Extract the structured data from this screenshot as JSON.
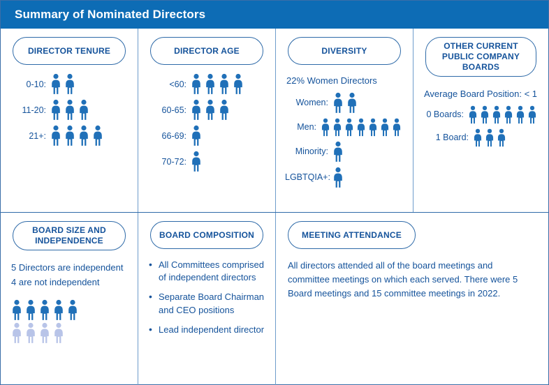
{
  "header": {
    "title": "Summary of Nominated Directors",
    "bar_color": "#0d6cb5"
  },
  "colors": {
    "icon_primary": "#2070b8",
    "icon_muted": "#b8c4e8",
    "text_blue": "#15539b",
    "border_blue": "#2e6aa8"
  },
  "panels": {
    "director_tenure": {
      "title": "DIRECTOR TENURE",
      "rows": [
        {
          "label": "0-10:",
          "count": 2
        },
        {
          "label": "11-20:",
          "count": 3
        },
        {
          "label": "21+:",
          "count": 4
        }
      ]
    },
    "director_age": {
      "title": "DIRECTOR AGE",
      "rows": [
        {
          "label": "<60:",
          "count": 4
        },
        {
          "label": "60-65:",
          "count": 3
        },
        {
          "label": "66-69:",
          "count": 1
        },
        {
          "label": "70-72:",
          "count": 1
        }
      ]
    },
    "diversity": {
      "title": "DIVERSITY",
      "note": "22% Women Directors",
      "rows": [
        {
          "label": "Women:",
          "count": 2
        },
        {
          "label": "Men:",
          "count": 7
        },
        {
          "label": "Minority:",
          "count": 1
        },
        {
          "label": "LGBTQIA+:",
          "count": 1
        }
      ]
    },
    "other_boards": {
      "title": "OTHER CURRENT PUBLIC COMPANY BOARDS",
      "note": "Average Board Position: < 1",
      "rows": [
        {
          "label": "0 Boards:",
          "count": 6
        },
        {
          "label": "1 Board:",
          "count": 3
        }
      ]
    },
    "board_size": {
      "title": "BOARD SIZE AND INDEPENDENCE",
      "line1": "5 Directors are independent",
      "line2": "4 are not independent",
      "independent_count": 5,
      "not_independent_count": 4
    },
    "board_composition": {
      "title": "BOARD COMPOSITION",
      "bullets": [
        "All Committees comprised of independent directors",
        "Separate Board Chairman and CEO positions",
        "Lead independent director"
      ]
    },
    "meeting_attendance": {
      "title": "MEETING ATTENDANCE",
      "text": "All directors attended all of the board meetings and committee meetings on which each served. There were 5 Board meetings and 15 committee meetings in 2022."
    }
  },
  "chart_data": {
    "type": "bar",
    "title": "Summary of Nominated Directors",
    "note": "Pictogram chart: each person icon equals one director.",
    "unit": "directors",
    "charts": [
      {
        "title": "DIRECTOR TENURE",
        "categories": [
          "0-10",
          "11-20",
          "21+"
        ],
        "values": [
          2,
          3,
          4
        ]
      },
      {
        "title": "DIRECTOR AGE",
        "categories": [
          "<60",
          "60-65",
          "66-69",
          "70-72"
        ],
        "values": [
          4,
          3,
          1,
          1
        ]
      },
      {
        "title": "DIVERSITY",
        "categories": [
          "Women",
          "Men",
          "Minority",
          "LGBTQIA+"
        ],
        "values": [
          2,
          7,
          1,
          1
        ]
      },
      {
        "title": "OTHER CURRENT PUBLIC COMPANY BOARDS",
        "categories": [
          "0 Boards",
          "1 Board"
        ],
        "values": [
          6,
          3
        ]
      },
      {
        "title": "BOARD SIZE AND INDEPENDENCE",
        "categories": [
          "Independent",
          "Not independent"
        ],
        "values": [
          5,
          4
        ]
      }
    ]
  }
}
